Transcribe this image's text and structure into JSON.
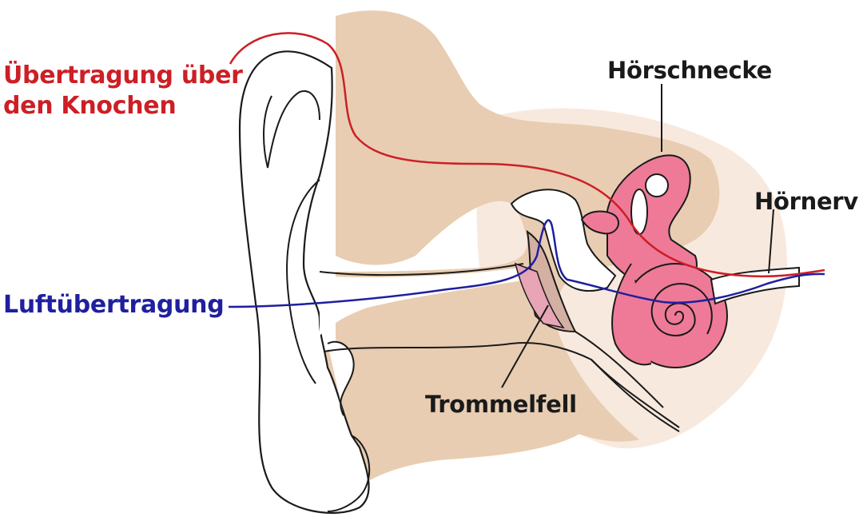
{
  "labels": {
    "bone_conduction_line1": "Übertragung über",
    "bone_conduction_line2": "den  Knochen",
    "air_conduction": "Luftübertragung",
    "cochlea": "Hörschnecke",
    "auditory_nerve": "Hörnerv",
    "eardrum": "Trommelfell"
  },
  "colors": {
    "bone_conduction": "#cc1f26",
    "air_conduction": "#1f1fa0",
    "text_dark": "#1a1a1a",
    "bone": "#e9cdb2",
    "skin_light": "#f7e8dc",
    "cochlea": "#ee7a98",
    "outline": "#1a1a1a"
  }
}
